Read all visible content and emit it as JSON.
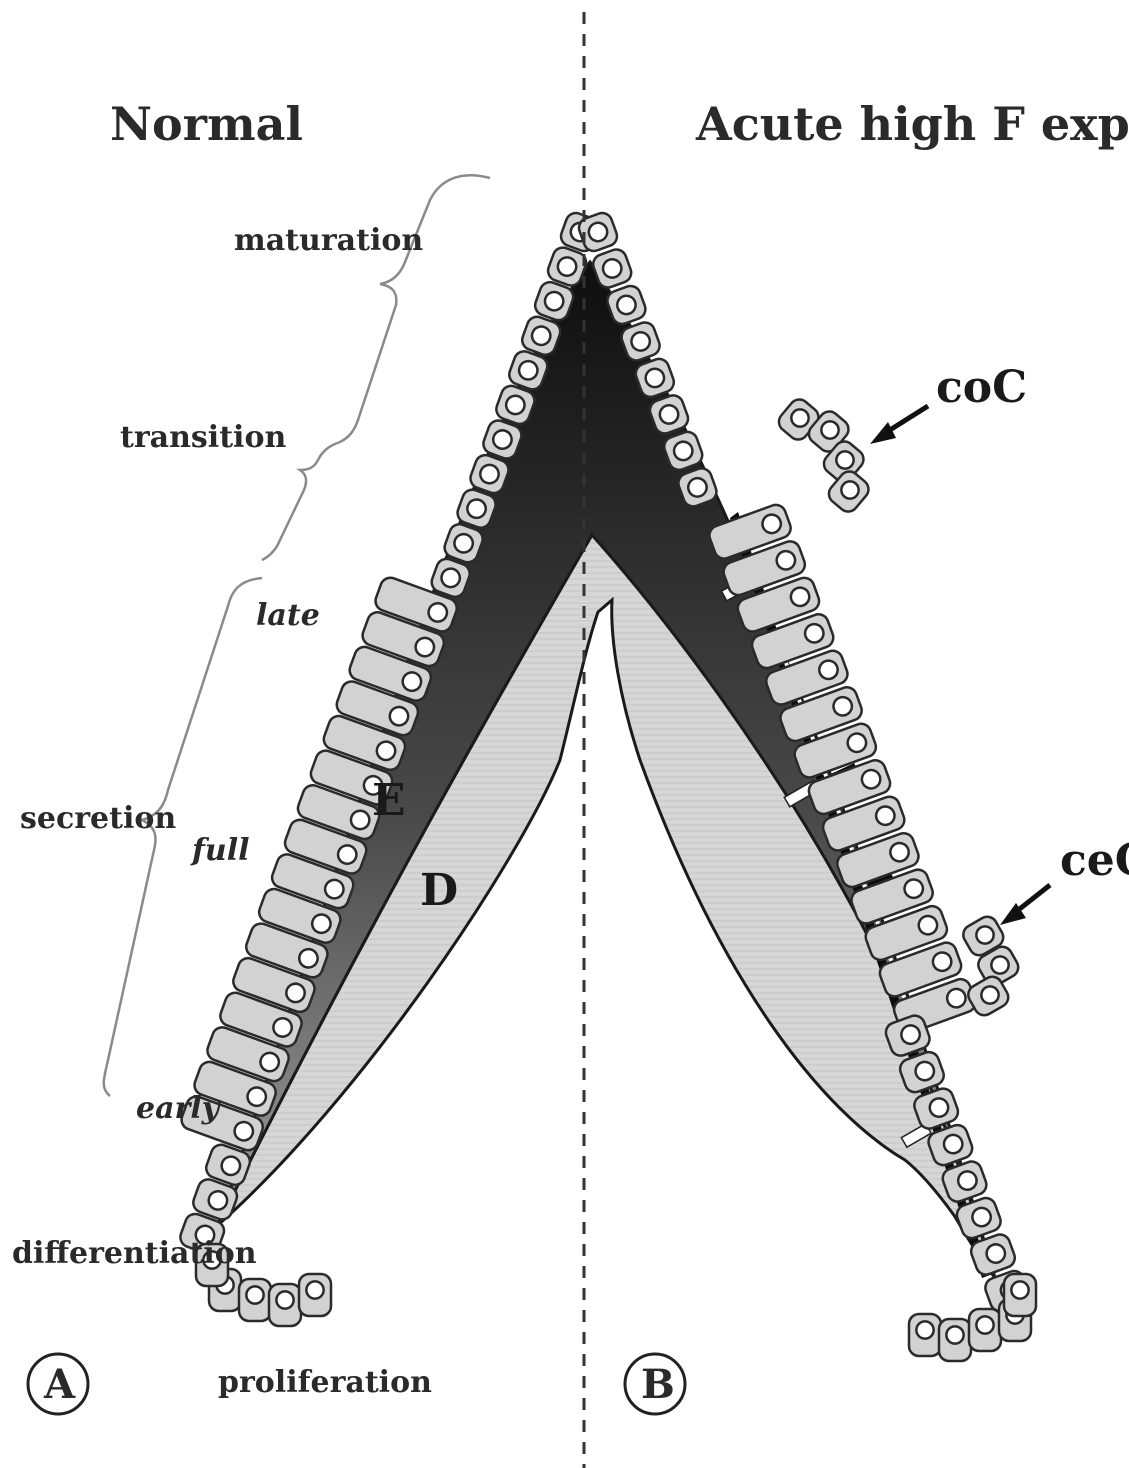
{
  "titles": {
    "left": "Normal",
    "right": "Acute high F exposure"
  },
  "stages": {
    "maturation": "maturation",
    "transition": "transition",
    "secretion": "secretion",
    "differentiation": "differentiation",
    "proliferation": "proliferation"
  },
  "sub_stages": {
    "late": "late",
    "full": "full",
    "early": "early"
  },
  "layers": {
    "enamel": "E",
    "dentin": "D"
  },
  "arrows": {
    "coc": "coC",
    "cec": "ceC"
  },
  "panels": {
    "a": "A",
    "b": "B"
  },
  "colors": {
    "enamel_dark": "#111111",
    "enamel_light": "#9a9a9a",
    "dentin": "#d4d4d4",
    "cell_fill": "#d2d2d2",
    "outline": "#2a2a2a"
  }
}
